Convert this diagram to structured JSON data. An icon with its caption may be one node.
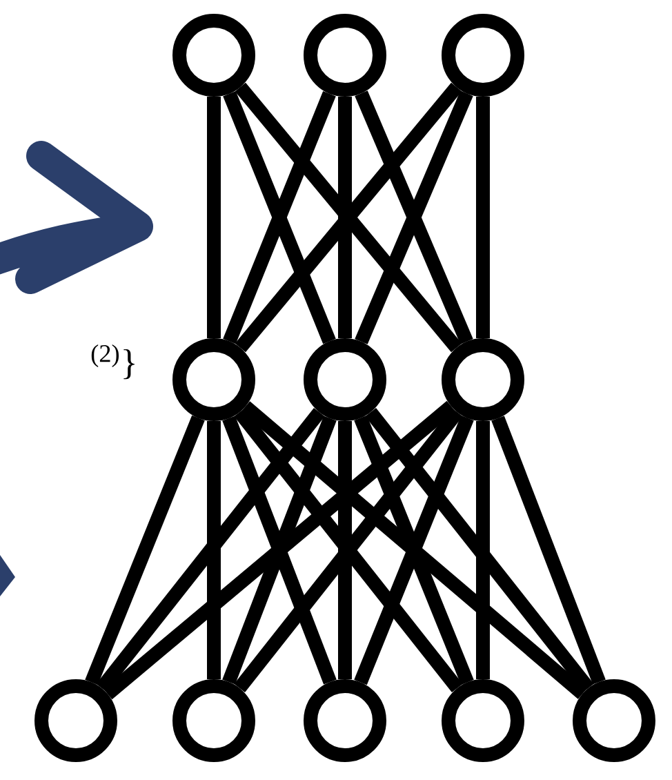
{
  "diagram": {
    "nodes": [
      {
        "text": [],
        "shape": "circle"
      },
      {
        "text": [],
        "shape": "circle"
      },
      {
        "text": [],
        "shape": "circle"
      },
      {
        "text": [],
        "shape": "circle"
      },
      {
        "text": [],
        "shape": "circle"
      },
      {
        "text": [],
        "shape": "circle"
      },
      {
        "text": [],
        "shape": "circle"
      },
      {
        "text": [],
        "shape": "circle"
      },
      {
        "text": [],
        "shape": "circle"
      },
      {
        "text": [],
        "shape": "circle"
      },
      {
        "text": [],
        "shape": "circle"
      }
    ],
    "edges": [
      {
        "from": 0,
        "to": 3,
        "arrow": "none"
      },
      {
        "from": 0,
        "to": 4,
        "arrow": "none"
      },
      {
        "from": 0,
        "to": 5,
        "arrow": "none"
      },
      {
        "from": 1,
        "to": 3,
        "arrow": "none"
      },
      {
        "from": 1,
        "to": 4,
        "arrow": "none"
      },
      {
        "from": 1,
        "to": 5,
        "arrow": "none"
      },
      {
        "from": 2,
        "to": 3,
        "arrow": "none"
      },
      {
        "from": 2,
        "to": 4,
        "arrow": "none"
      },
      {
        "from": 2,
        "to": 5,
        "arrow": "none"
      },
      {
        "from": 3,
        "to": 6,
        "arrow": "none"
      },
      {
        "from": 3,
        "to": 7,
        "arrow": "none"
      },
      {
        "from": 3,
        "to": 8,
        "arrow": "none"
      },
      {
        "from": 3,
        "to": 9,
        "arrow": "none"
      },
      {
        "from": 3,
        "to": 10,
        "arrow": "none"
      },
      {
        "from": 4,
        "to": 6,
        "arrow": "none"
      },
      {
        "from": 4,
        "to": 7,
        "arrow": "none"
      },
      {
        "from": 4,
        "to": 8,
        "arrow": "none"
      },
      {
        "from": 4,
        "to": 9,
        "arrow": "none"
      },
      {
        "from": 4,
        "to": 10,
        "arrow": "none"
      },
      {
        "from": 5,
        "to": 6,
        "arrow": "none"
      },
      {
        "from": 5,
        "to": 7,
        "arrow": "none"
      },
      {
        "from": 5,
        "to": 8,
        "arrow": "none"
      },
      {
        "from": 5,
        "to": 9,
        "arrow": "none"
      },
      {
        "from": 5,
        "to": 10,
        "arrow": "none"
      }
    ],
    "labels": [
      "$^{(2)}$}"
    ]
  }
}
